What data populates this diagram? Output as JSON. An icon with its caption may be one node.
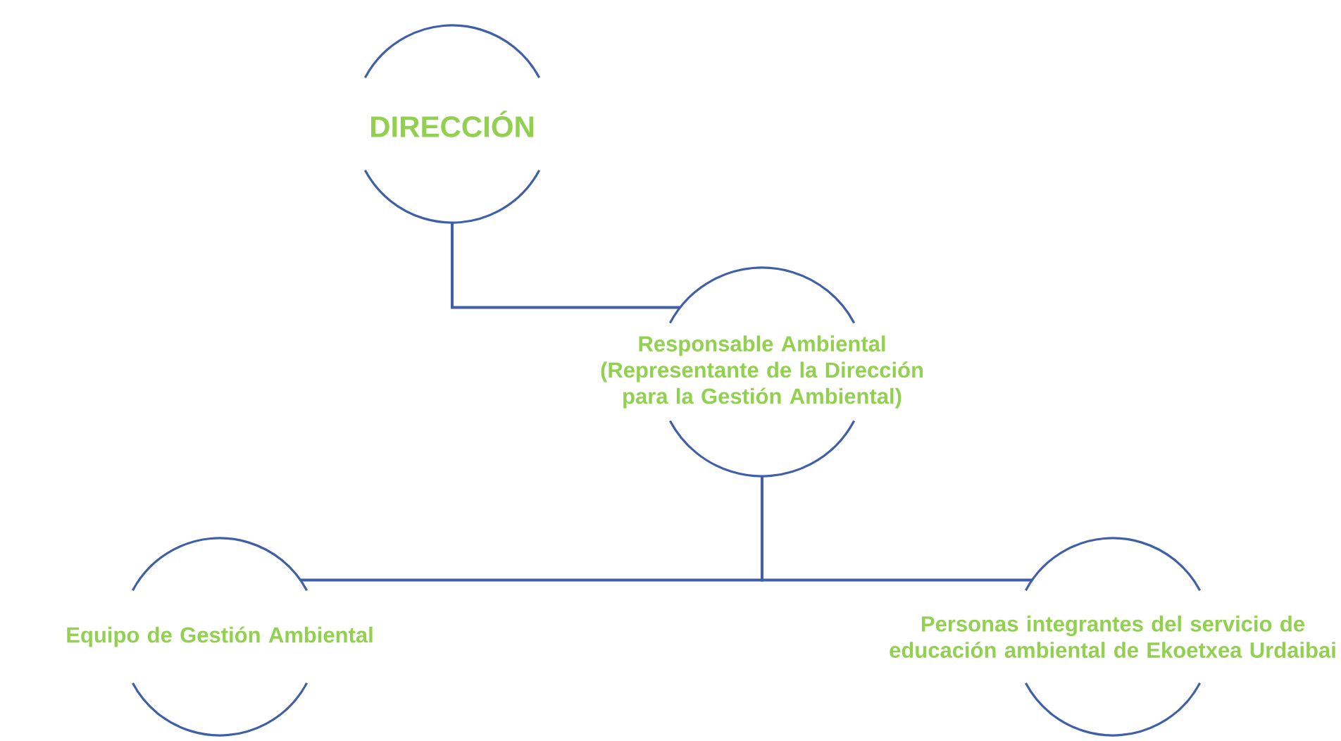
{
  "diagram": {
    "nodes": [
      {
        "text": [
          "DIRECCIÓN"
        ]
      },
      {
        "text": [
          "Responsable Ambiental (Representante de la Dirección para la Gestión Ambiental)"
        ]
      },
      {
        "text": [
          "Equipo de Gestión Ambiental"
        ]
      },
      {
        "text": [
          "Personas integrantes del servicio de educación ambiental de Ekoetxea Urdaibai"
        ]
      }
    ],
    "edges": [
      {
        "from": 0,
        "to": 1,
        "arrow": "none"
      },
      {
        "from": 1,
        "to": 2,
        "arrow": "none"
      },
      {
        "from": 1,
        "to": 3,
        "arrow": "none"
      }
    ]
  }
}
